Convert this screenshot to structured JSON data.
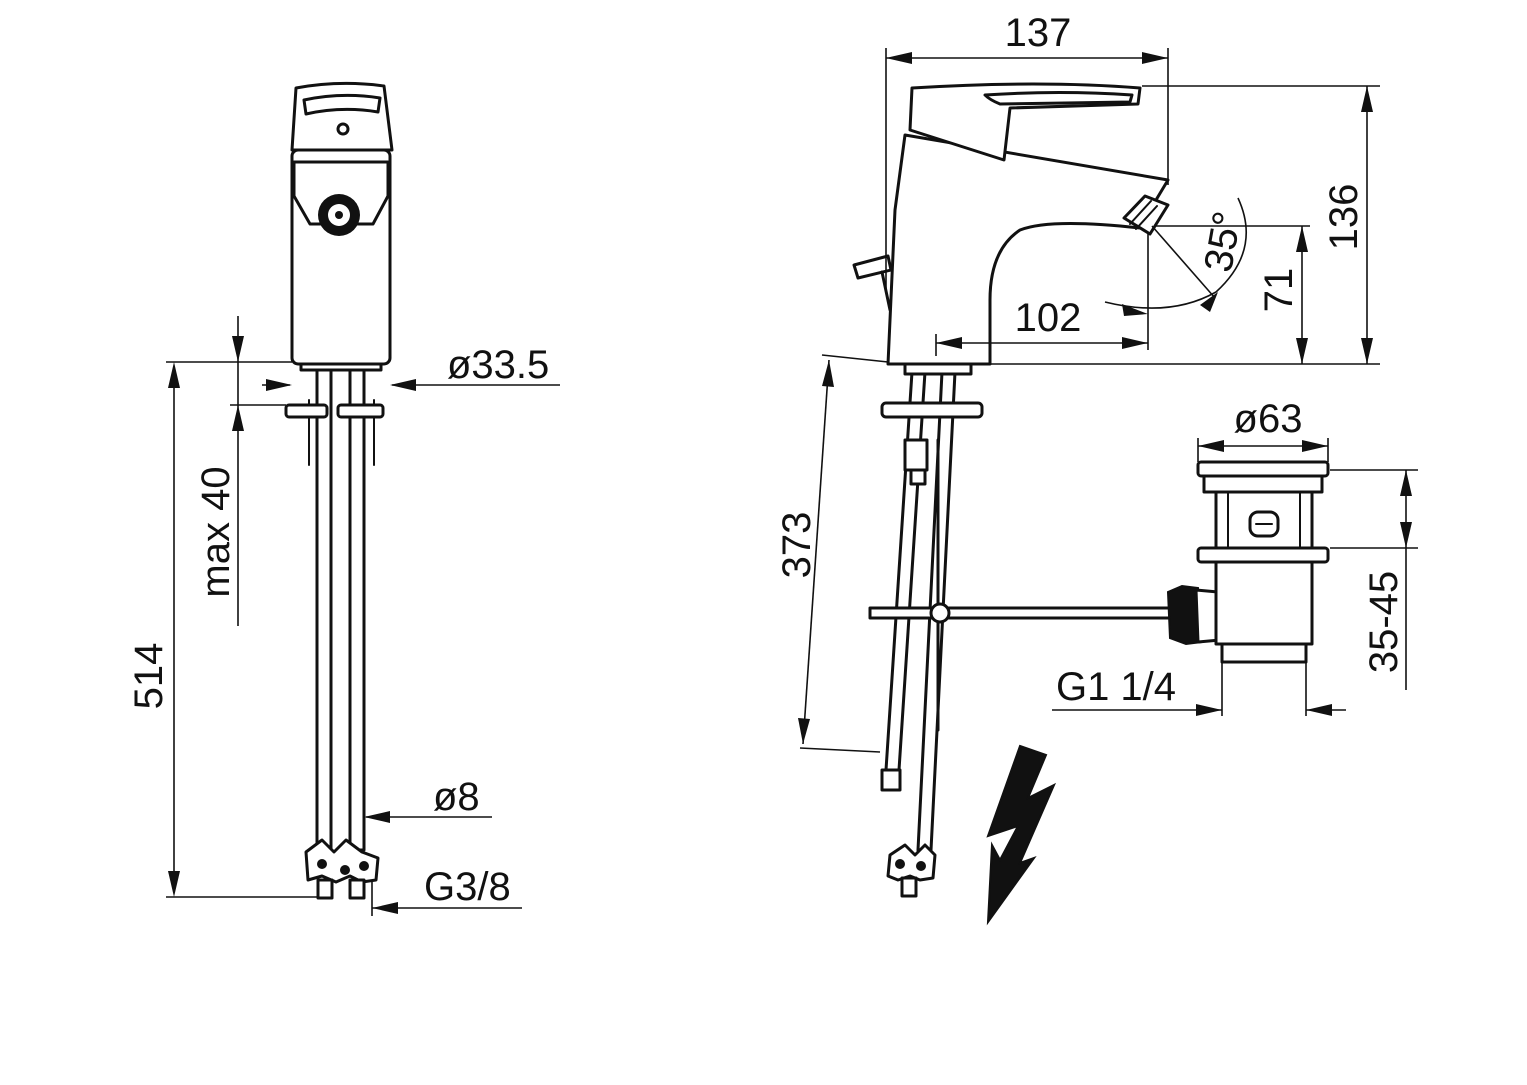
{
  "drawing": {
    "front_view": {
      "dim_total_height": "514",
      "dim_mount_thickness": "max 40",
      "dim_body_diameter": "ø33.5",
      "dim_hose_diameter": "ø8",
      "dim_hose_thread": "G3/8"
    },
    "side_view": {
      "dim_length": "137",
      "dim_height": "136",
      "dim_spout_height": "71",
      "dim_projection": "102",
      "dim_angle": "35°",
      "dim_hose_length": "373"
    },
    "waste_valve": {
      "dim_plug_diameter": "ø63",
      "dim_clamp_range": "35-45",
      "dim_thread": "G1 1/4"
    },
    "icons": {
      "power_symbol": "lightning-bolt-icon"
    }
  }
}
